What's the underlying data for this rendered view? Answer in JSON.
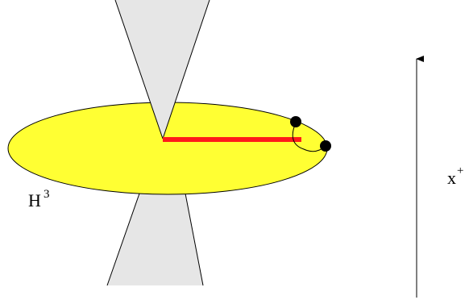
{
  "diagram": {
    "labels": {
      "surface": "H",
      "surface_sup": "3",
      "axis": "x",
      "axis_sup": "+"
    },
    "colors": {
      "surface_fill": "#ffff33",
      "cone_fill": "#e6e6e6",
      "string": "#ff1a1a",
      "endpoint": "#000000",
      "line": "#000000"
    }
  }
}
